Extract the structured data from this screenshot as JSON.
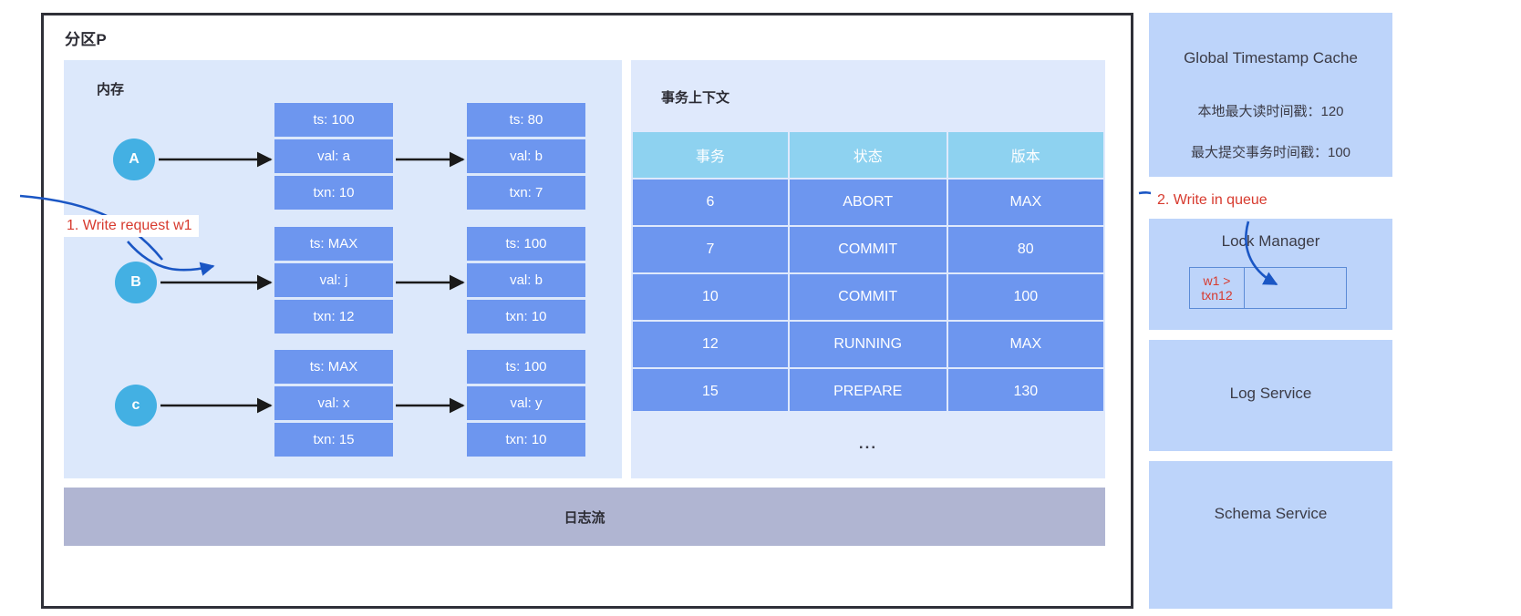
{
  "partition": {
    "title": "分区P"
  },
  "memory": {
    "title": "内存",
    "rows": [
      {
        "node": "A",
        "versions": [
          {
            "ts": "ts: 100",
            "val": "val: a",
            "txn": "txn: 10"
          },
          {
            "ts": "ts: 80",
            "val": "val: b",
            "txn": "txn: 7"
          }
        ]
      },
      {
        "node": "B",
        "versions": [
          {
            "ts": "ts: MAX",
            "val": "val: j",
            "txn": "txn: 12"
          },
          {
            "ts": "ts: 100",
            "val": "val: b",
            "txn": "txn: 10"
          }
        ]
      },
      {
        "node": "c",
        "versions": [
          {
            "ts": "ts: MAX",
            "val": "val: x",
            "txn": "txn: 15"
          },
          {
            "ts": "ts: 100",
            "val": "val: y",
            "txn": "txn: 10"
          }
        ]
      }
    ]
  },
  "txn_context": {
    "title": "事务上下文",
    "columns": [
      "事务",
      "状态",
      "版本"
    ],
    "rows": [
      [
        "6",
        "ABORT",
        "MAX"
      ],
      [
        "7",
        "COMMIT",
        "80"
      ],
      [
        "10",
        "COMMIT",
        "100"
      ],
      [
        "12",
        "RUNNING",
        "MAX"
      ],
      [
        "15",
        "PREPARE",
        "130"
      ]
    ],
    "more": "..."
  },
  "log_stream": {
    "label": "日志流"
  },
  "services": {
    "gts": {
      "title": "Global Timestamp Cache",
      "line1": "本地最大读时间戳：120",
      "line2": "最大提交事务时间戳：100"
    },
    "lock_manager": {
      "title": "Lock Manager",
      "queue": [
        "w1 > txn12",
        ""
      ]
    },
    "log_service": {
      "title": "Log Service"
    },
    "schema_service": {
      "title": "Schema Service"
    }
  },
  "annotations": {
    "step1": "1. Write request w1",
    "step2": "2. Write in queue"
  },
  "colors": {
    "frame": "#2f3038",
    "memory_panel": "#dce8fb",
    "txn_panel": "#dfe9fc",
    "card": "#6d96ef",
    "header": "#8ed2f0",
    "node": "#43b0e3",
    "log_bar": "#b0b5d2",
    "service_panel": "#bdd4fa",
    "annotation": "#d73a2e",
    "arrow_blue": "#1a56c4",
    "arrow_black": "#1a1a1a"
  }
}
